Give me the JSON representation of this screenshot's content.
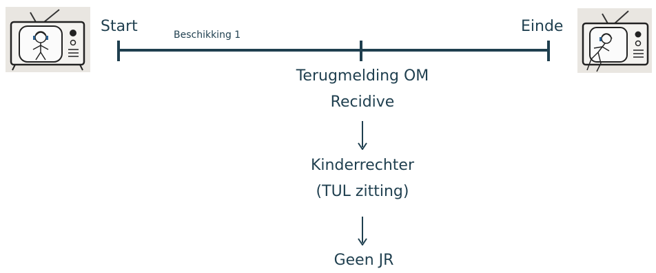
{
  "timeline": {
    "start_label": "Start",
    "end_label": "Einde",
    "segment_label": "Beschikking 1"
  },
  "flow": {
    "step1_line1": "Terugmelding OM",
    "step1_line2": "Recidive",
    "step2_line1": "Kinderrechter",
    "step2_line2": "(TUL zitting)",
    "step3": "Geen JR"
  },
  "colors": {
    "line": "#1f3f4f",
    "text": "#1f3f4f"
  },
  "icons": {
    "left": "tv-person-headphones-icon",
    "right": "tv-person-leaving-icon"
  }
}
